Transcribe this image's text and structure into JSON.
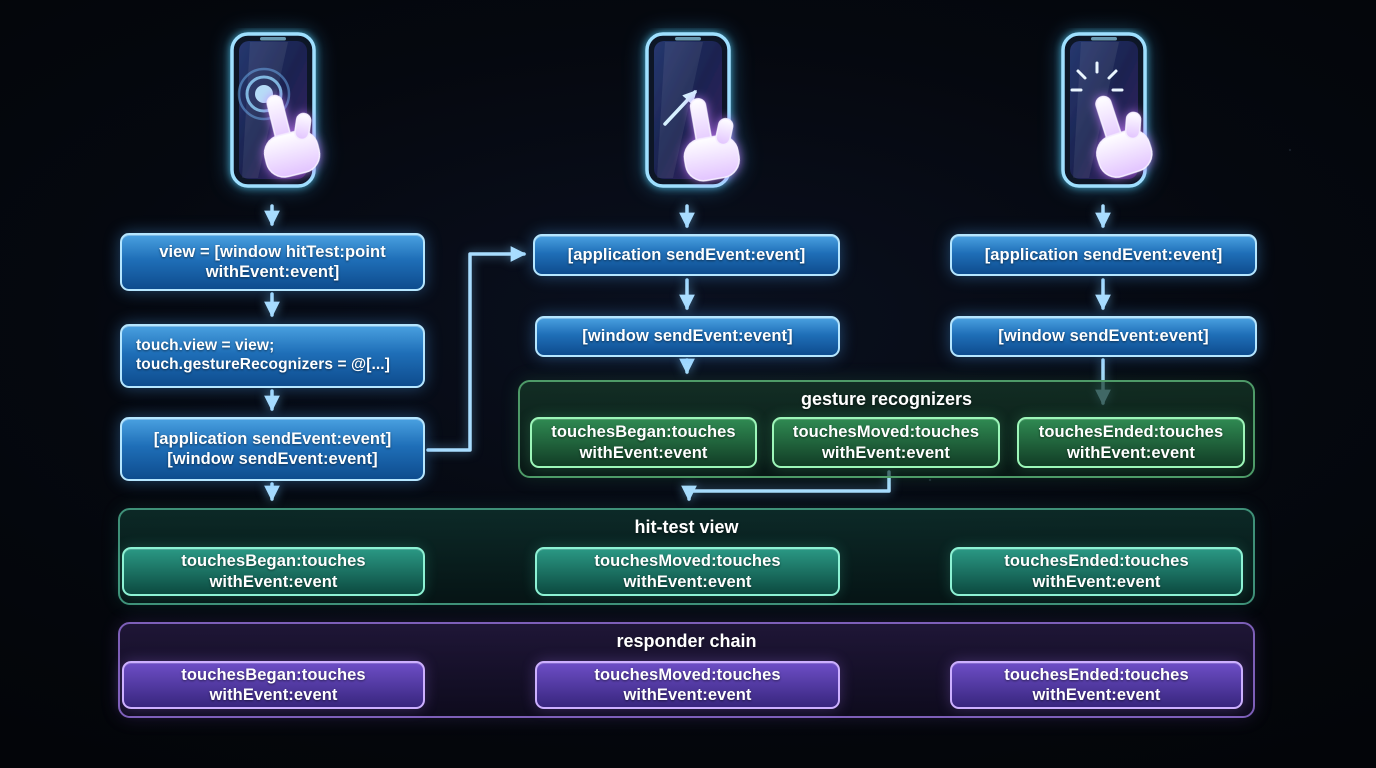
{
  "flow": {
    "col1": {
      "hit_test_box": "view = [window hitTest:point\nwithEvent:event]",
      "touch_view_box": "touch.view = view;\ntouch.gestureRecognizers = @[...]",
      "send_event_box": "[application sendEvent:event]\n[window sendEvent:event]"
    },
    "col2": {
      "application_box": "[application sendEvent:event]",
      "window_box": "[window sendEvent:event]"
    },
    "col3": {
      "application_box": "[application sendEvent:event]",
      "window_box": "[window sendEvent:event]"
    },
    "gesture_recognizers": {
      "title": "gesture recognizers",
      "boxes": [
        "touchesBegan:touches\nwithEvent:event",
        "touchesMoved:touches\nwithEvent:event",
        "touchesEnded:touches\nwithEvent:event"
      ]
    },
    "hit_test_view": {
      "title": "hit-test view",
      "boxes": [
        "touchesBegan:touches\nwithEvent:event",
        "touchesMoved:touches\nwithEvent:event",
        "touchesEnded:touches\nwithEvent:event"
      ]
    },
    "responder_chain": {
      "title": "responder chain",
      "boxes": [
        "touchesBegan:touches\nwithEvent:event",
        "touchesMoved:touches\nwithEvent:event",
        "touchesEnded:touches\nwithEvent:event"
      ]
    }
  },
  "icons": {
    "phone_touch": "phone-touch-illustration",
    "phone_swipe": "phone-swipe-illustration",
    "phone_tap": "phone-tap-illustration",
    "hand": "pointing-hand-icon",
    "ripple": "touch-ripple-icon",
    "swipe": "swipe-arrow-icon",
    "spark": "tap-spark-icon"
  },
  "colors": {
    "background": "#04060c",
    "arrow": "#a9ddff",
    "blue_box_border": "#b5e6ff",
    "green_box_border": "#9df7b9",
    "teal_box_border": "#8df2d4",
    "purple_box_border": "#cdb0ff",
    "panel_green_border": "#4e9a68",
    "panel_teal_border": "#3f9078",
    "panel_purple_border": "#7d5fb8"
  }
}
